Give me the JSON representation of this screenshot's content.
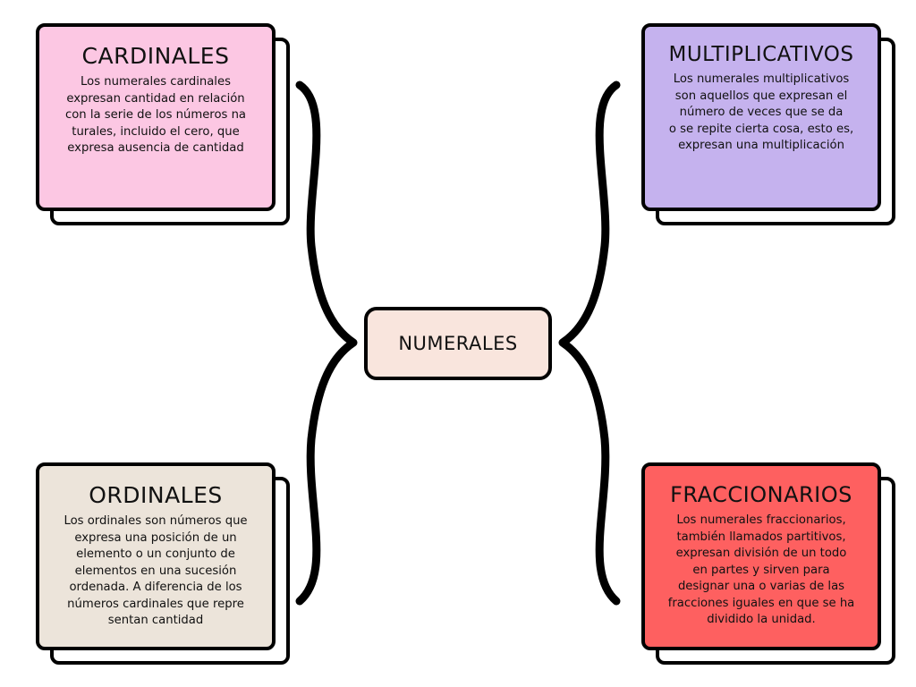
{
  "center": {
    "label": "NUMERALES"
  },
  "colors": {
    "cardinales": "#fcc7e3",
    "multiplicativos": "#c5b2ee",
    "ordinales": "#ece4da",
    "fraccionarios": "#fe6060",
    "center": "#f9e5dd"
  },
  "nodes": {
    "cardinales": {
      "title": "CARDINALES",
      "text": "Los numerales cardinales\nexpresan cantidad en relación\ncon la serie de los números na\nturales, incluido el cero, que\nexpresa ausencia de cantidad"
    },
    "multiplicativos": {
      "title": "MULTIPLICATIVOS",
      "text": "Los numerales multiplicativos\nson aquellos que expresan el\nnúmero de veces que se da\no se repite cierta cosa, esto es,\nexpresan una multiplicación"
    },
    "ordinales": {
      "title": "ORDINALES",
      "text": "Los ordinales son números que\nexpresa una posición de un\nelemento o un conjunto de\nelementos en una sucesión\nordenada. A diferencia de los\nnúmeros cardinales que repre\nsentan cantidad"
    },
    "fraccionarios": {
      "title": "FRACCIONARIOS",
      "text": "Los numerales fraccionarios,\ntambién llamados partitivos,\nexpresan división de un todo\nen partes y sirven para\ndesignar una o varias de las\nfracciones iguales en que se ha\ndividido la unidad."
    }
  }
}
